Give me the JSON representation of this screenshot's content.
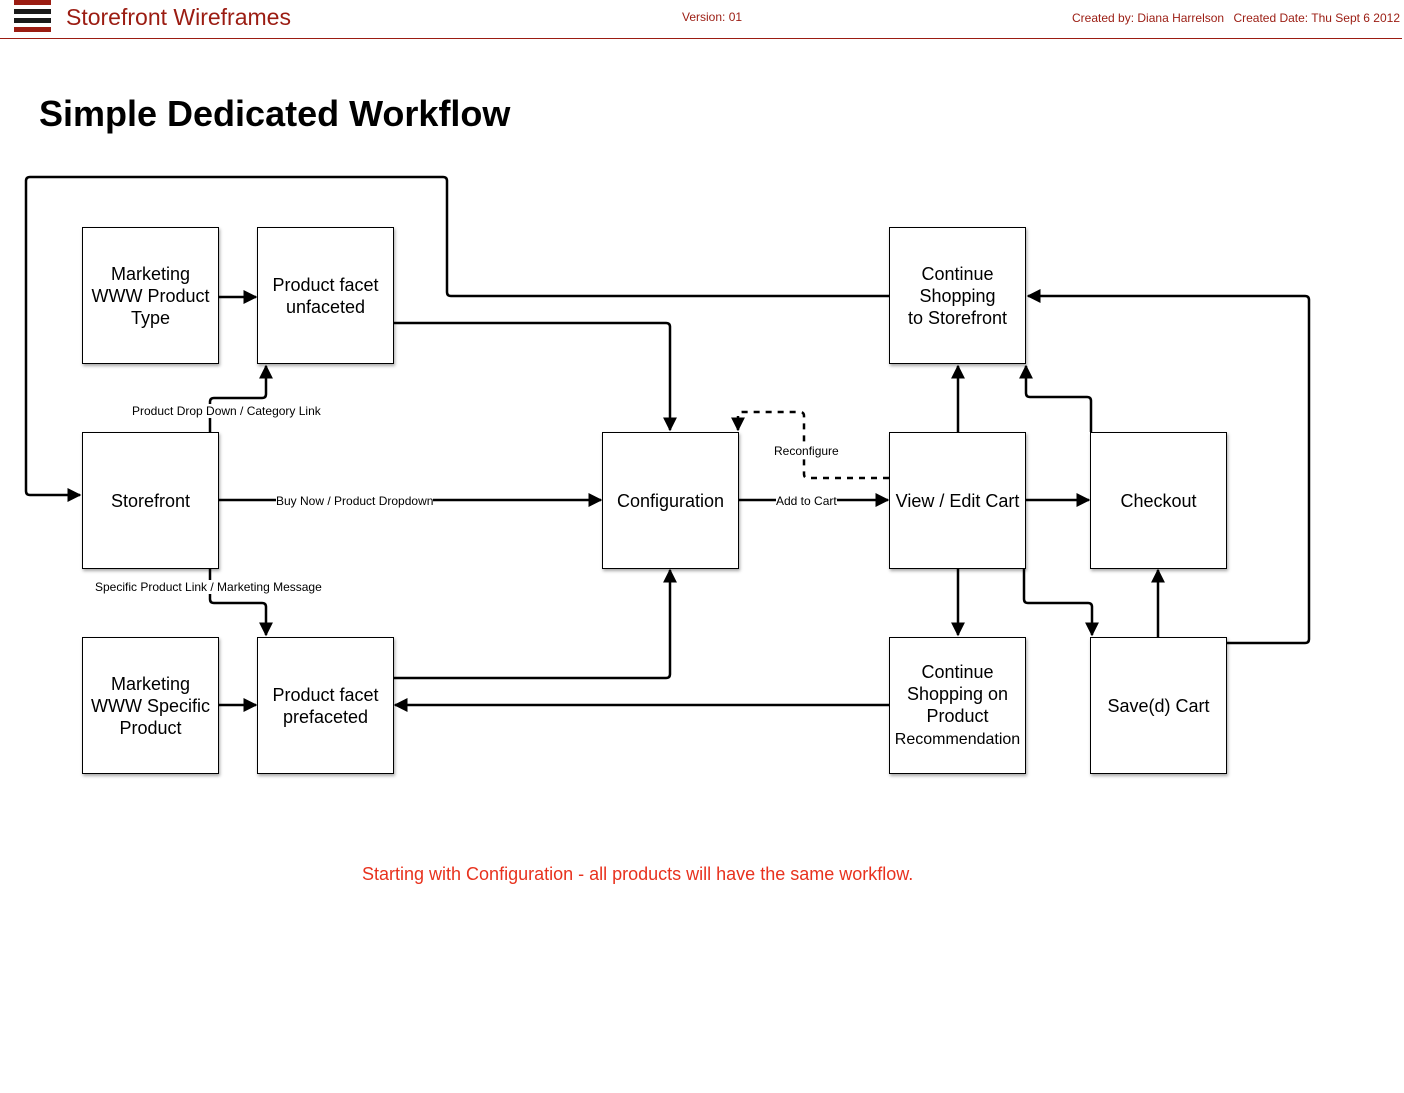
{
  "header": {
    "app_title": "Storefront Wireframes",
    "version": "Version: 01",
    "created_by": "Created by: Diana Harrelson",
    "created_date": "Created Date: Thu Sept 6 2012",
    "colors": {
      "accent": "#9b1c12",
      "logo_dark": "#1a1a1a"
    }
  },
  "page_title": "Simple Dedicated Workflow",
  "nodes": {
    "marketing_product_type": [
      "Marketing",
      "WWW Product",
      "Type"
    ],
    "product_facet_unfaceted": [
      "Product facet",
      "unfaceted"
    ],
    "storefront": [
      "Storefront"
    ],
    "marketing_specific_product": [
      "Marketing",
      "WWW Specific",
      "Product"
    ],
    "product_facet_prefaceted": [
      "Product facet",
      "prefaceted"
    ],
    "configuration": [
      "Configuration"
    ],
    "view_edit_cart": [
      "View / Edit Cart"
    ],
    "checkout": [
      "Checkout"
    ],
    "continue_shopping_storefront": [
      "Continue",
      "Shopping",
      "to Storefront"
    ],
    "continue_shopping_recommendation": [
      "Continue",
      "Shopping on",
      "Product",
      "Recommendation"
    ],
    "saved_cart": [
      "Save(d) Cart"
    ]
  },
  "edge_labels": {
    "product_dropdown": "Product Drop Down / Category Link",
    "buy_now": "Buy Now / Product Dropdown",
    "specific_product_link": "Specific Product Link / Marketing Message",
    "add_to_cart": "Add to Cart",
    "reconfigure": "Reconfigure"
  },
  "footnote": "Starting with Configuration - all products will have the same workflow.",
  "footnote_color": "#e8321e"
}
